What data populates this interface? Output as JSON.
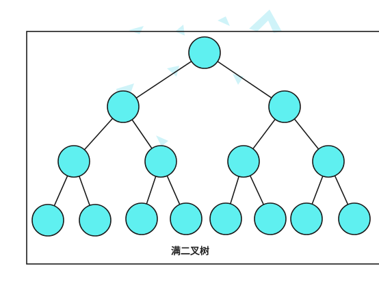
{
  "diagram": {
    "caption": "满二叉树",
    "colors": {
      "node_fill": "#5ff0f0",
      "node_stroke": "#1a1a1a",
      "edge": "#1a1a1a",
      "frame": "#1a1a1a",
      "watermark": "#a8eaf4"
    },
    "tree": {
      "levels": 4,
      "nodes_per_level": [
        1,
        2,
        4,
        8
      ]
    }
  }
}
